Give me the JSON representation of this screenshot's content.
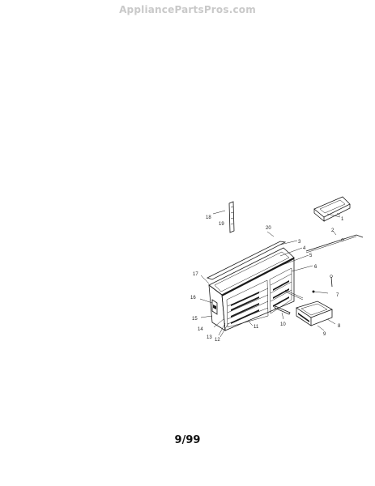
{
  "watermark": "AppliancePartsPros.com",
  "footer": {
    "date_code": "9/99"
  },
  "diagram": {
    "callouts": [
      "1",
      "2",
      "3",
      "4",
      "5",
      "6",
      "7",
      "8",
      "9",
      "10",
      "11",
      "12",
      "13",
      "14",
      "15",
      "16",
      "17",
      "18",
      "19",
      "20"
    ]
  }
}
